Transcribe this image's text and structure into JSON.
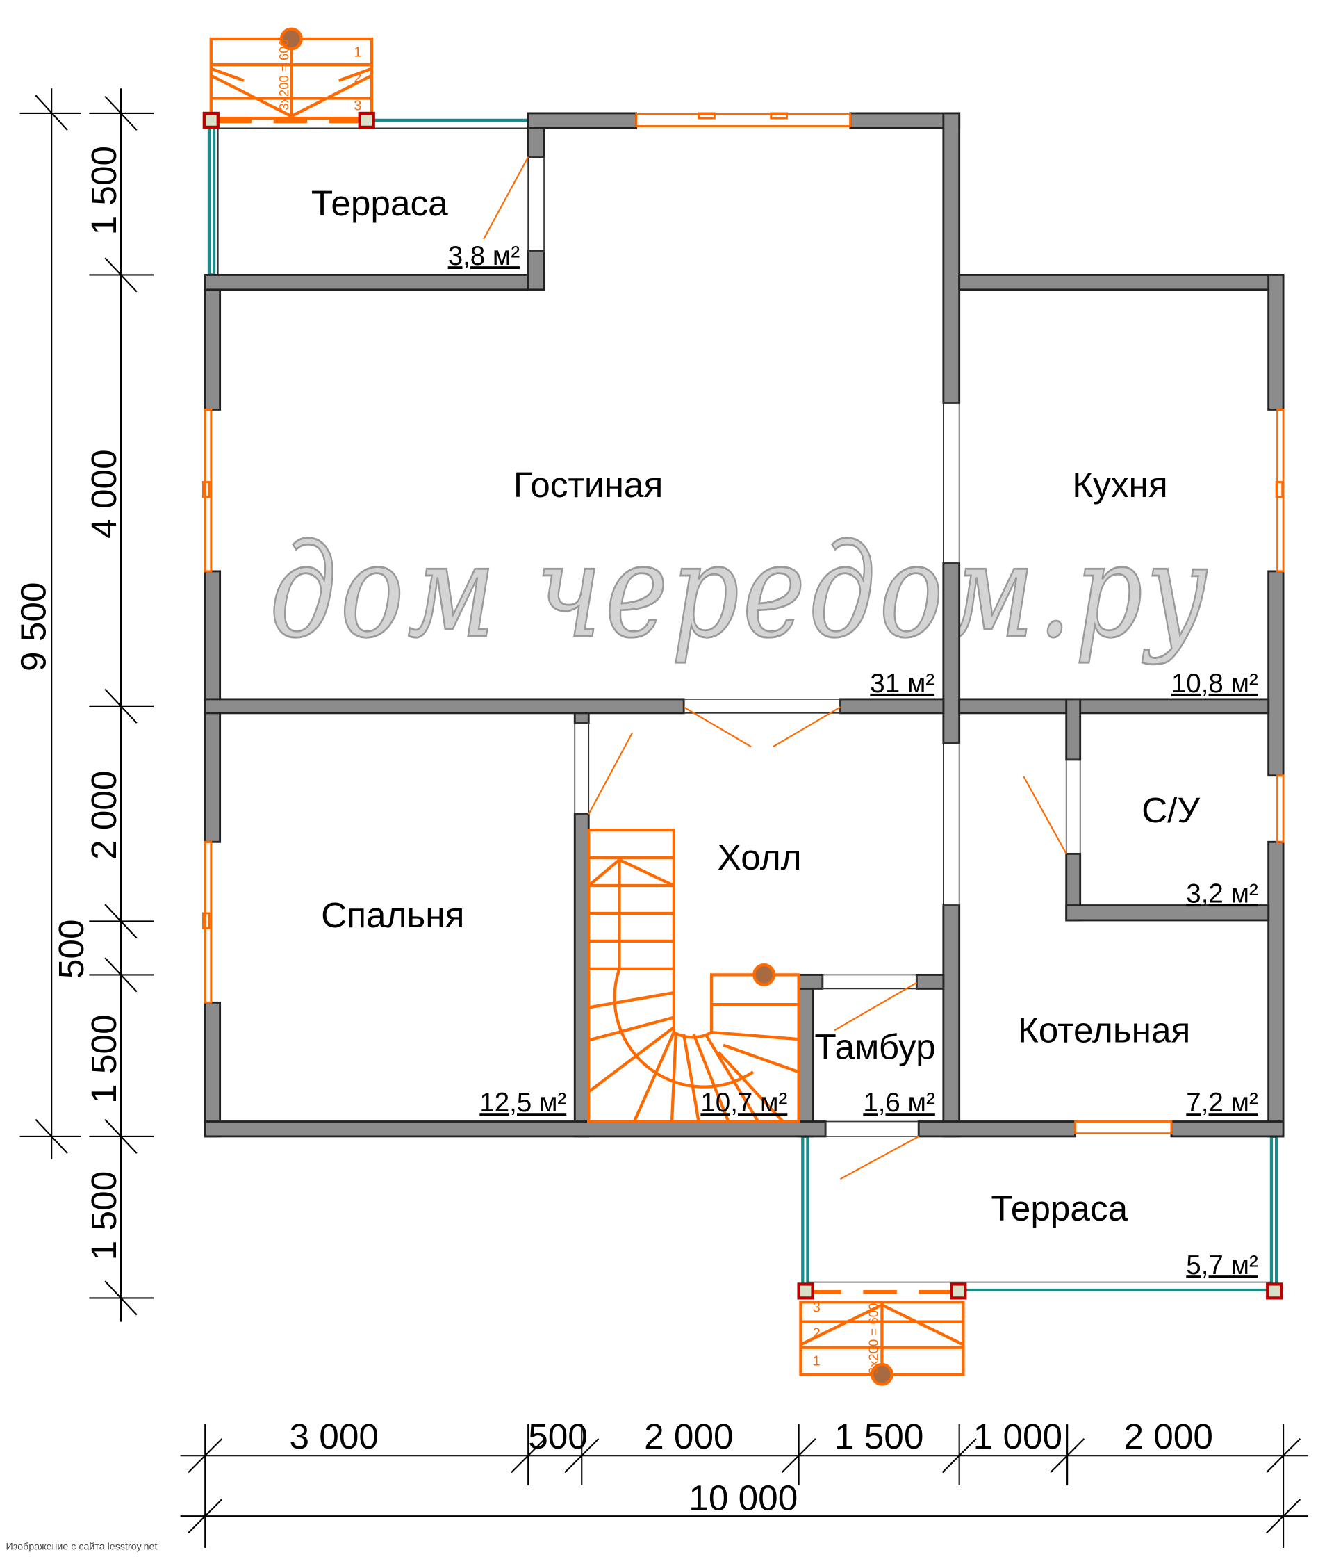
{
  "rooms": {
    "terrace_top": {
      "name": "Терраса",
      "area": "3,8 м²"
    },
    "living": {
      "name": "Гостиная",
      "area": "31 м²"
    },
    "kitchen": {
      "name": "Кухня",
      "area": "10,8 м²"
    },
    "bathroom": {
      "name": "С/У",
      "area": "3,2 м²"
    },
    "hall": {
      "name": "Холл",
      "area": "10,7 м²"
    },
    "bedroom": {
      "name": "Спальня",
      "area": "12,5 м²"
    },
    "vestibule": {
      "name": "Тамбур",
      "area": "1,6 м²"
    },
    "boiler": {
      "name": "Котельная",
      "area": "7,2 м²"
    },
    "terrace_bottom": {
      "name": "Терраса",
      "area": "5,7 м²"
    }
  },
  "stairs": {
    "top_label": "3x200 = 600",
    "bottom_label": "3x200 = 600",
    "steps": [
      "1",
      "2",
      "3"
    ]
  },
  "dimensions": {
    "left": [
      "1 500",
      "4 000",
      "2 000",
      "500",
      "1 500",
      "1 500"
    ],
    "left_total": "9 500",
    "bottom": [
      "3 000",
      "500",
      "2 000",
      "1 500",
      "1 000",
      "2 000"
    ],
    "bottom_total": "10 000"
  },
  "watermark": "дом чередом.ру",
  "footer": "Изображение с сайта lesstroy.net",
  "colors": {
    "wall": "#8c8c8c",
    "accent": "#ff6a00",
    "glass": "#1a8a8a",
    "post": "#b00000"
  }
}
